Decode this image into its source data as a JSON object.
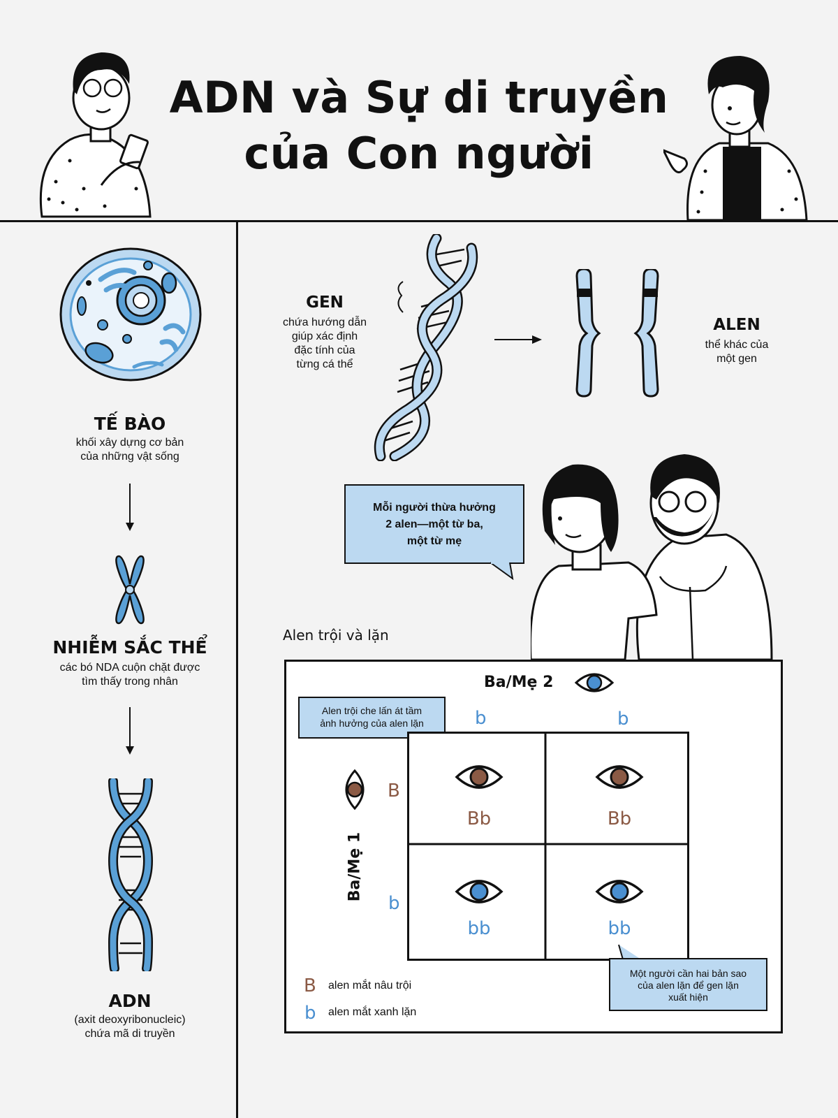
{
  "header": {
    "title_line1": "ADN và Sự di truyền",
    "title_line2": "của Con người"
  },
  "left": {
    "cell": {
      "label": "TẾ BÀO",
      "desc_line1": "khối xây dựng cơ bản",
      "desc_line2": "của những vật sống"
    },
    "chromosome": {
      "label": "NHIỄM SẮC THỂ",
      "desc_line1": "các bó NDA cuộn chặt được",
      "desc_line2": "tìm thấy trong nhân"
    },
    "dna": {
      "label": "ADN",
      "desc_line1": "(axit deoxyribonucleic)",
      "desc_line2": "chứa mã di truyền"
    }
  },
  "gene": {
    "label": "GEN",
    "desc_lines": [
      "chứa hướng dẫn",
      "giúp xác định",
      "đặc tính của",
      "từng cá thể"
    ]
  },
  "allele": {
    "label": "ALEN",
    "desc_line1": "thể khác của",
    "desc_line2": "một gen"
  },
  "speech": {
    "lines": [
      "Mỗi người thừa hưởng",
      "2 alen—một từ ba,",
      "một từ mẹ"
    ]
  },
  "punnett": {
    "heading": "Alen trội và lặn",
    "parent2_label": "Ba/Mẹ 2",
    "parent1_label": "Ba/Mẹ 1",
    "parent2_alleles": [
      "b",
      "b"
    ],
    "parent1_alleles": [
      "B",
      "b"
    ],
    "cells": [
      {
        "genotype": "Bb",
        "eye": "brown-eye"
      },
      {
        "genotype": "Bb",
        "eye": "brown-eye"
      },
      {
        "genotype": "bb",
        "eye": "blue-eye"
      },
      {
        "genotype": "bb",
        "eye": "blue-eye"
      }
    ],
    "callout_dominant": {
      "line1": "Alen trội che lấn át tầm",
      "line2": "ảnh hưởng của alen lặn"
    },
    "callout_recessive": {
      "line1": "Một người cần hai bản sao",
      "line2": "của alen lặn để gen lặn",
      "line3": "xuất hiện"
    },
    "legend": [
      {
        "symbol": "B",
        "text": "alen mắt nâu trội"
      },
      {
        "symbol": "b",
        "text": "alen mắt xanh lặn"
      }
    ]
  },
  "colors": {
    "brown": "#8b5a45",
    "blue": "#4a8fd0",
    "light_blue": "#bcd9f1",
    "mid_blue": "#5aa0d6"
  }
}
